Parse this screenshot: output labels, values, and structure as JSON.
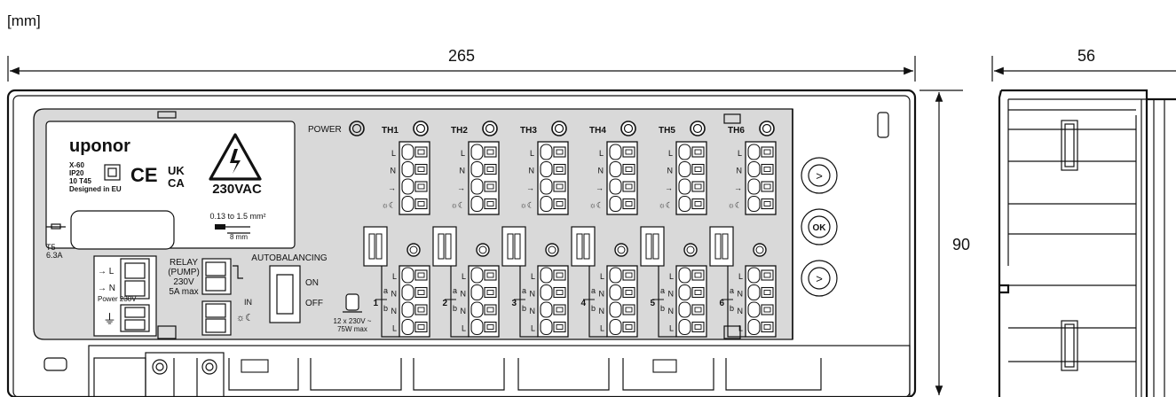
{
  "unit_label": "[mm]",
  "dimensions": {
    "width": "265",
    "depth": "56",
    "height": "90"
  },
  "label": {
    "brand": "uponor",
    "model": "X-60",
    "ip": "IP20",
    "temp": "10 T45",
    "origin": "Designed in EU",
    "ce_mark": "CE",
    "ukca_top": "UK",
    "ukca_bottom": "CA",
    "voltage": "230VAC",
    "wire_size": "0.13 to 1.5 mm²",
    "strip_length": "8 mm"
  },
  "fuse": {
    "line1": "T5",
    "line2": "6.3A"
  },
  "power_led": "POWER",
  "thermostats": [
    "TH1",
    "TH2",
    "TH3",
    "TH4",
    "TH5",
    "TH6"
  ],
  "th_terminals": {
    "l": "L",
    "n": "N",
    "arrow": "→",
    "daynight": "☼☾"
  },
  "zones": [
    "1",
    "2",
    "3",
    "4",
    "5",
    "6"
  ],
  "zone_terminals": {
    "l": "L",
    "a": "a",
    "b": "b",
    "n": "N"
  },
  "power_terminals": {
    "l": "→ L",
    "n": "→ N",
    "label": "Power 230V~",
    "earth": "⏚"
  },
  "relay": {
    "line1": "RELAY",
    "line2": "(PUMP)",
    "line3": "230V",
    "line4": "5A max"
  },
  "autobalancing": {
    "title": "AUTOBALANCING",
    "on": "ON",
    "off": "OFF"
  },
  "input": {
    "label": "IN",
    "symbol": "☼☾"
  },
  "actuator": {
    "line1": "12 x 230V ~",
    "line2": "75W max"
  },
  "buttons": {
    "up": ">",
    "ok": "OK",
    "down": ">"
  }
}
